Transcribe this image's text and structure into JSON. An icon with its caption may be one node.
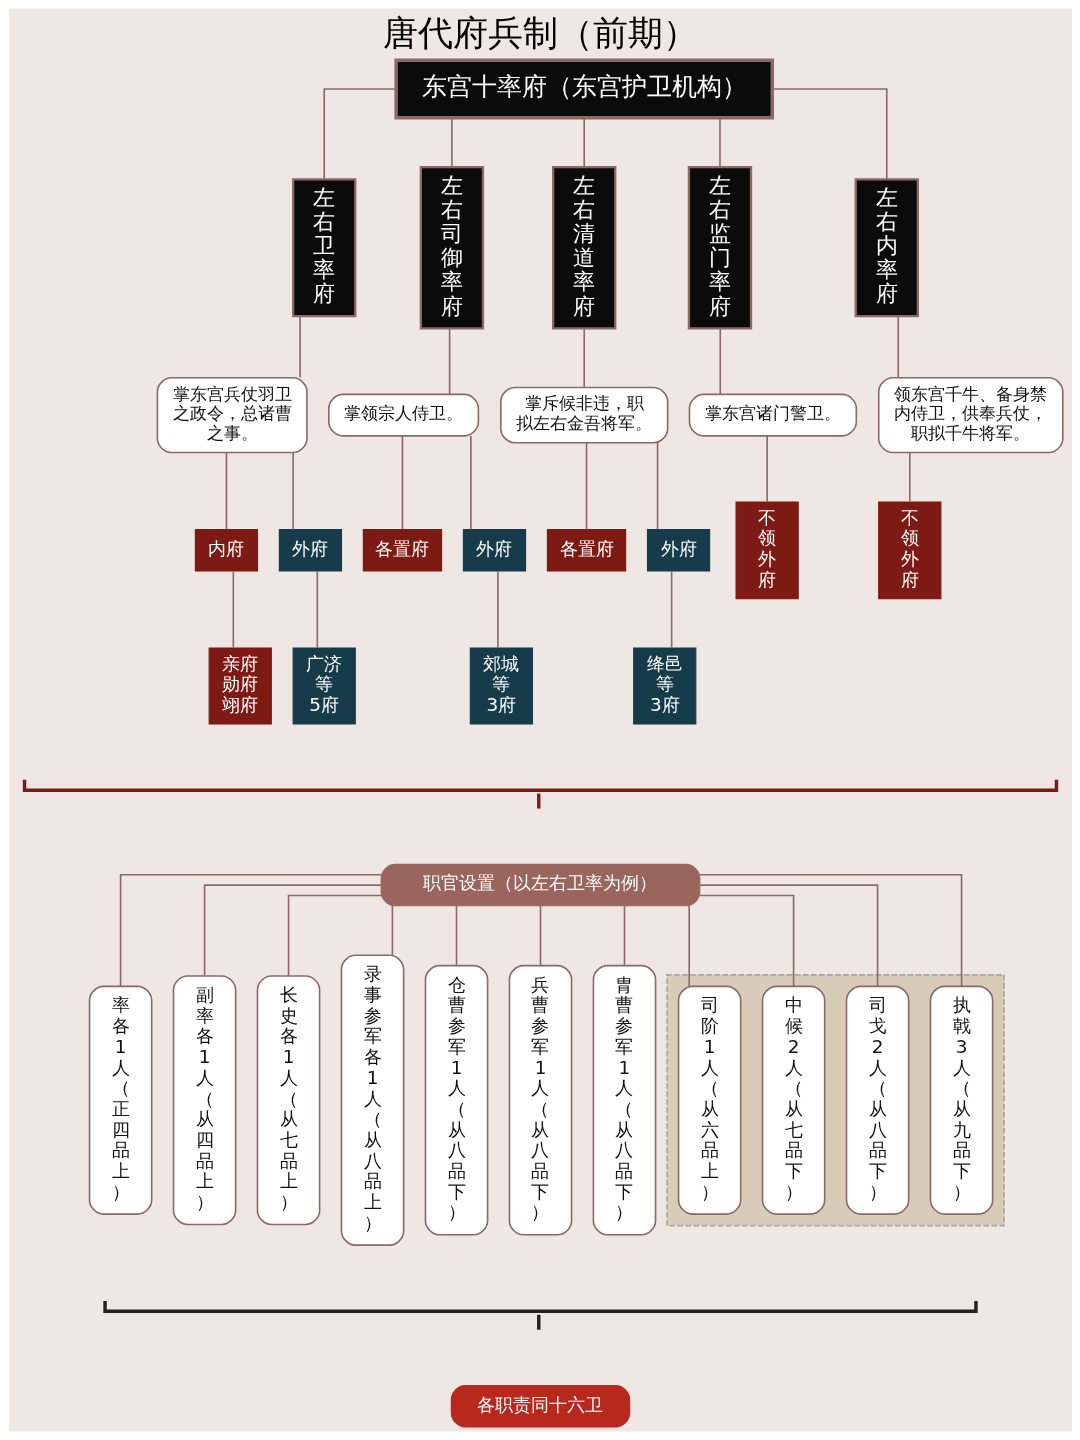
{
  "diagram": {
    "title": "唐代府兵制（前期）",
    "nodes": [
      {
        "text": [
          "东宫十率府（东宫护卫机构）"
        ]
      },
      {
        "text": [
          "左右卫率府"
        ]
      },
      {
        "text": [
          "左右司御率府"
        ]
      },
      {
        "text": [
          "左右清道率府"
        ]
      },
      {
        "text": [
          "左右监门率府"
        ]
      },
      {
        "text": [
          "左右内率府"
        ]
      },
      {
        "text": [
          "掌东宫兵仗羽卫之政令，总诸曹之事。"
        ]
      },
      {
        "text": [
          "掌领宗人侍卫。"
        ]
      },
      {
        "text": [
          "掌斥候非违，职拟左右金吾将军。"
        ]
      },
      {
        "text": [
          "掌东宫诸门警卫。"
        ]
      },
      {
        "text": [
          "领东宫千牛、备身禁内侍卫，供奉兵仗，职拟千牛将军。"
        ]
      },
      {
        "text": [
          "内府"
        ]
      },
      {
        "text": [
          "外府"
        ]
      },
      {
        "text": [
          "各置府"
        ]
      },
      {
        "text": [
          "外府"
        ]
      },
      {
        "text": [
          "各置府"
        ]
      },
      {
        "text": [
          "外府"
        ]
      },
      {
        "text": [
          "不领外府"
        ]
      },
      {
        "text": [
          "不领外府"
        ]
      },
      {
        "text": [
          "亲府勋府翊府"
        ]
      },
      {
        "text": [
          "广济等5府"
        ]
      },
      {
        "text": [
          "郊城等3府"
        ]
      },
      {
        "text": [
          "绛邑等3府"
        ]
      },
      {
        "text": [
          "职官设置（以左右卫率为例）"
        ]
      },
      {
        "text": [
          "率各1人（正四品上）"
        ]
      },
      {
        "text": [
          "副率各1人（从四品上）"
        ]
      },
      {
        "text": [
          "长史各1人（从七品上）"
        ]
      },
      {
        "text": [
          "录事参军各1人（从八品上）"
        ]
      },
      {
        "text": [
          "仓曹参军1人（从八品下）"
        ]
      },
      {
        "text": [
          "兵曹参军1人（从八品下）"
        ]
      },
      {
        "text": [
          "胄曹参军1人（从八品下）"
        ]
      },
      {
        "text": [],
        "shape": "box"
      },
      {
        "text": [
          "司阶1人（从六品上）"
        ],
        "in": 31
      },
      {
        "text": [
          "中候2人（从七品下）"
        ],
        "in": 31
      },
      {
        "text": [
          "司戈2人（从八品下）"
        ],
        "in": 31
      },
      {
        "text": [
          "执戟3人（从九品下）"
        ],
        "in": 31
      },
      {
        "text": [
          "各职责同十六卫"
        ]
      }
    ],
    "edges": [
      {
        "from": 0,
        "to": 1,
        "arrow": "none"
      },
      {
        "from": 0,
        "to": 2,
        "arrow": "none"
      },
      {
        "from": 0,
        "to": 3,
        "arrow": "none"
      },
      {
        "from": 0,
        "to": 4,
        "arrow": "none"
      },
      {
        "from": 0,
        "to": 5,
        "arrow": "none"
      },
      {
        "from": 1,
        "to": 6,
        "arrow": "none"
      },
      {
        "from": 2,
        "to": 7,
        "arrow": "none"
      },
      {
        "from": 3,
        "to": 8,
        "arrow": "none"
      },
      {
        "from": 4,
        "to": 9,
        "arrow": "none"
      },
      {
        "from": 5,
        "to": 10,
        "arrow": "none"
      },
      {
        "from": 6,
        "to": 11,
        "arrow": "none"
      },
      {
        "from": 6,
        "to": 12,
        "arrow": "none"
      },
      {
        "from": 7,
        "to": 13,
        "arrow": "none"
      },
      {
        "from": 7,
        "to": 14,
        "arrow": "none"
      },
      {
        "from": 8,
        "to": 15,
        "arrow": "none"
      },
      {
        "from": 8,
        "to": 16,
        "arrow": "none"
      },
      {
        "from": 9,
        "to": 17,
        "arrow": "none"
      },
      {
        "from": 10,
        "to": 18,
        "arrow": "none"
      },
      {
        "from": 11,
        "to": 19,
        "arrow": "none"
      },
      {
        "from": 12,
        "to": 20,
        "arrow": "none"
      },
      {
        "from": 14,
        "to": 21,
        "arrow": "none"
      },
      {
        "from": 16,
        "to": 22,
        "arrow": "none"
      },
      {
        "from": 23,
        "to": 24,
        "arrow": "none"
      },
      {
        "from": 23,
        "to": 25,
        "arrow": "none"
      },
      {
        "from": 23,
        "to": 26,
        "arrow": "none"
      },
      {
        "from": 23,
        "to": 27,
        "arrow": "none"
      },
      {
        "from": 23,
        "to": 28,
        "arrow": "none"
      },
      {
        "from": 23,
        "to": 29,
        "arrow": "none"
      },
      {
        "from": 23,
        "to": 30,
        "arrow": "none"
      },
      {
        "from": 23,
        "to": 32,
        "arrow": "none"
      },
      {
        "from": 23,
        "to": 33,
        "arrow": "none"
      },
      {
        "from": 23,
        "to": 34,
        "arrow": "none"
      },
      {
        "from": 23,
        "to": 35,
        "arrow": "none"
      }
    ]
  }
}
